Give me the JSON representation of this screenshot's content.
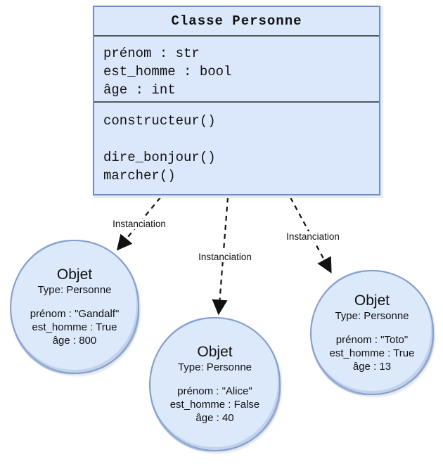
{
  "class_box": {
    "title": "Classe Personne",
    "attributes": [
      "prénom : str",
      "est_homme : bool",
      "âge : int"
    ],
    "methods": [
      "constructeur()",
      "",
      "dire_bonjour()",
      "marcher()"
    ]
  },
  "arrows": [
    {
      "label": "Instanciation"
    },
    {
      "label": "Instanciation"
    },
    {
      "label": "Instanciation"
    }
  ],
  "objects": [
    {
      "title": "Objet",
      "type_line": "Type: Personne",
      "attributes": [
        "prénom : \"Gandalf\"",
        "est_homme : True",
        "âge : 800"
      ]
    },
    {
      "title": "Objet",
      "type_line": "Type: Personne",
      "attributes": [
        "prénom : \"Alice\"",
        "est_homme : False",
        "âge : 40"
      ]
    },
    {
      "title": "Objet",
      "type_line": "Type: Personne",
      "attributes": [
        "prénom : \"Toto\"",
        "est_homme : True",
        "âge : 13"
      ]
    }
  ],
  "colors": {
    "shape_fill": "#dbe8fb",
    "box_stroke": "#6c8ebf",
    "circle_stroke": "#8ba6d2",
    "divider": "#54585c",
    "arrow": "#111111"
  }
}
